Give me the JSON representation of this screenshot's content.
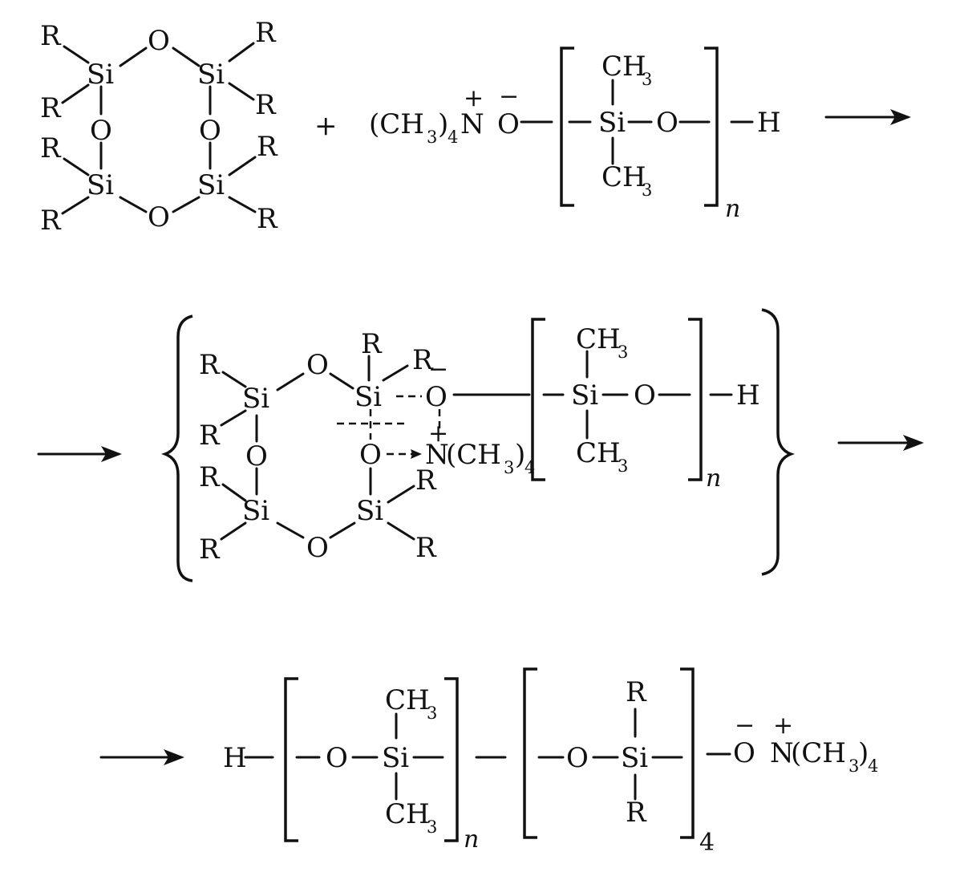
{
  "atoms": {
    "si": "Si",
    "o": "O",
    "r": "R",
    "h": "H",
    "n": "N",
    "ch": "CH",
    "three": "3",
    "four": "4",
    "n_sub": "n",
    "plus": "+",
    "minus": "−"
  },
  "text": {
    "nme4_prefix": "(CH",
    "paren_close": ")"
  },
  "colors": {
    "ink": "#111111",
    "background": "#ffffff"
  }
}
